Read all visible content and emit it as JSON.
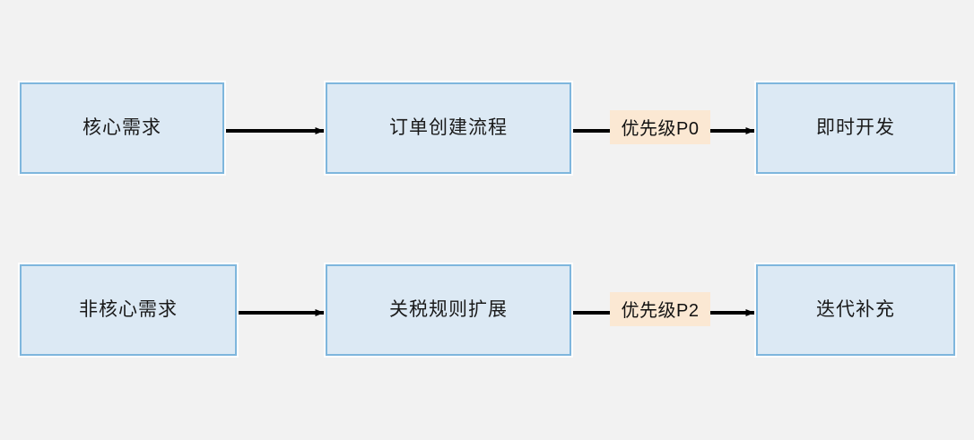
{
  "diagram": {
    "type": "flowchart",
    "background_color": "#f2f2f2",
    "node_fill_color": "#dce9f4",
    "node_border_color": "#7eb6dd",
    "edge_color": "#000000",
    "edge_label_background_color": "#fbe8d3",
    "rows": [
      {
        "id": "row-1",
        "nodes": [
          {
            "id": "core-req",
            "label": "核心需求"
          },
          {
            "id": "order-flow",
            "label": "订单创建流程"
          },
          {
            "id": "immediate-dev",
            "label": "即时开发"
          }
        ],
        "edge_label": "优先级P0"
      },
      {
        "id": "row-2",
        "nodes": [
          {
            "id": "noncore-req",
            "label": "非核心需求"
          },
          {
            "id": "tariff-rule",
            "label": "关税规则扩展"
          },
          {
            "id": "iterative-suppl",
            "label": "迭代补充"
          }
        ],
        "edge_label": "优先级P2"
      }
    ]
  }
}
